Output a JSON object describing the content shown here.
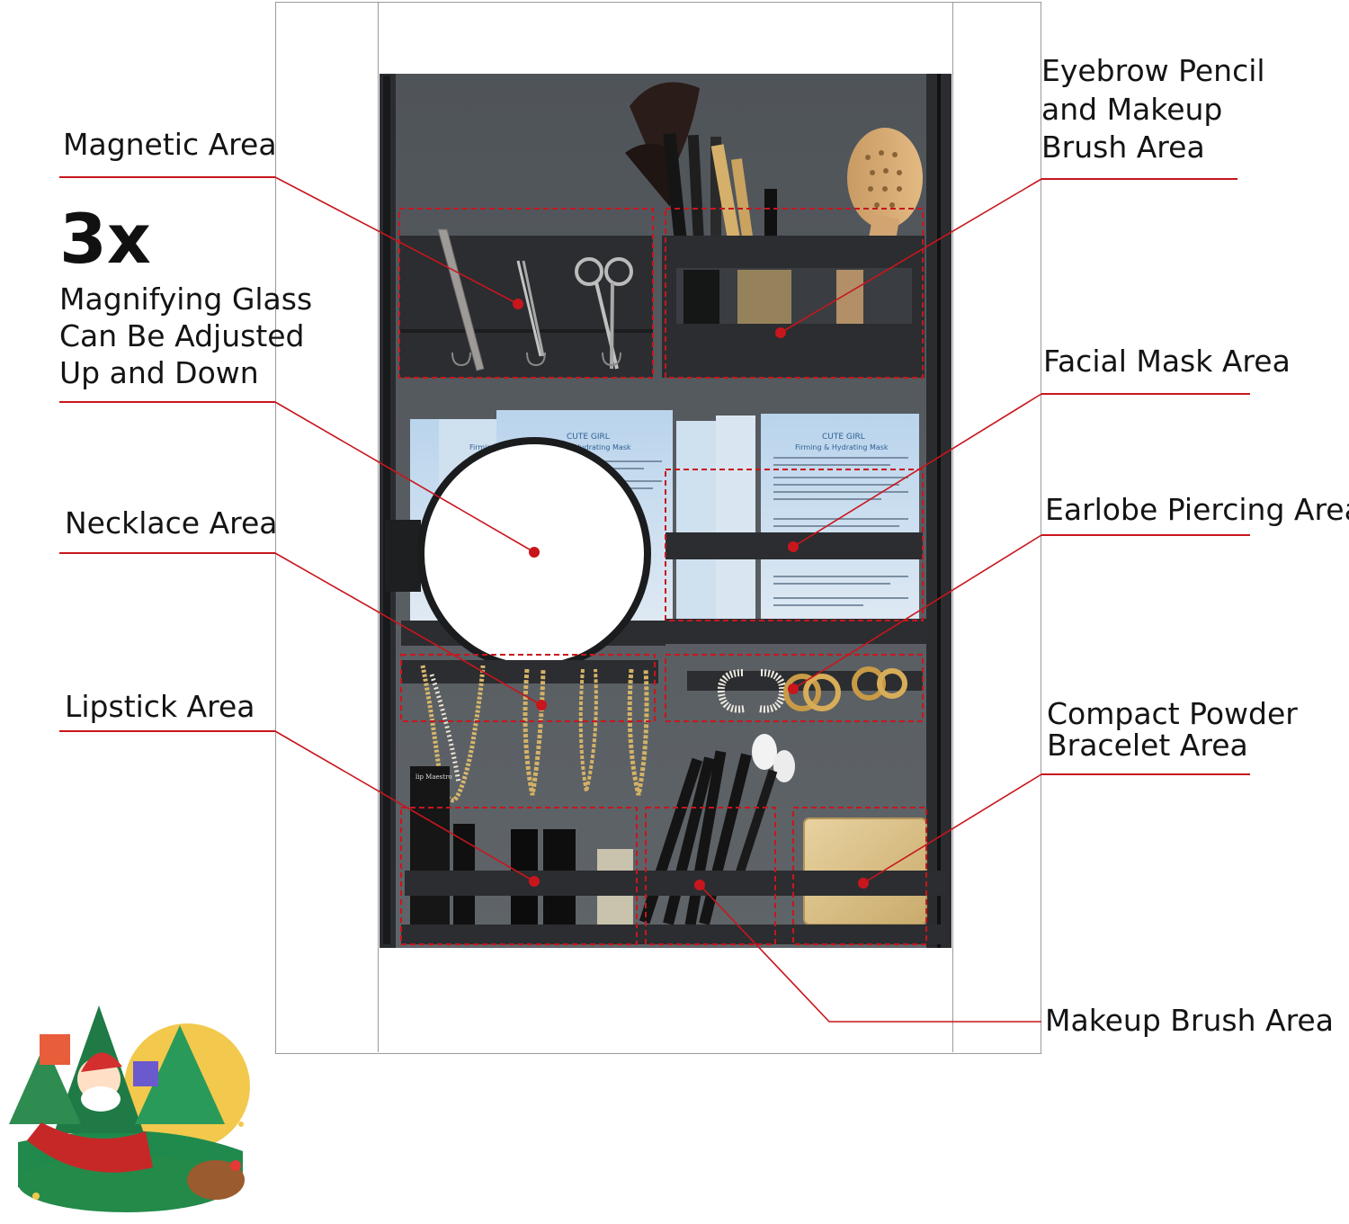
{
  "labels": {
    "magnetic": "Magnetic Area",
    "magnifier_big": "3x",
    "magnifier_lines": [
      "Magnifying Glass",
      "Can Be Adjusted",
      "Up and Down"
    ],
    "necklace": "Necklace Area",
    "lipstick": "Lipstick Area",
    "eyebrow_lines": [
      "Eyebrow Pencil",
      "and Makeup",
      "Brush Area"
    ],
    "facial_mask": "Facial Mask Area",
    "earlobe": "Earlobe Piercing Area",
    "compact_lines": [
      "Compact Powder",
      "Bracelet Area"
    ],
    "makeup_brush": "Makeup Brush Area"
  },
  "mask_packets": {
    "brand": "CUTE GIRL",
    "product": "Firming & Hydrating Mask",
    "partial_product": "Firmin"
  },
  "lipstick_box_text": "lip Maestro",
  "colors": {
    "accent_red": "#c8161d",
    "cabinet_gray": "#5c6166",
    "cabinet_dark": "#2a2c2f"
  }
}
